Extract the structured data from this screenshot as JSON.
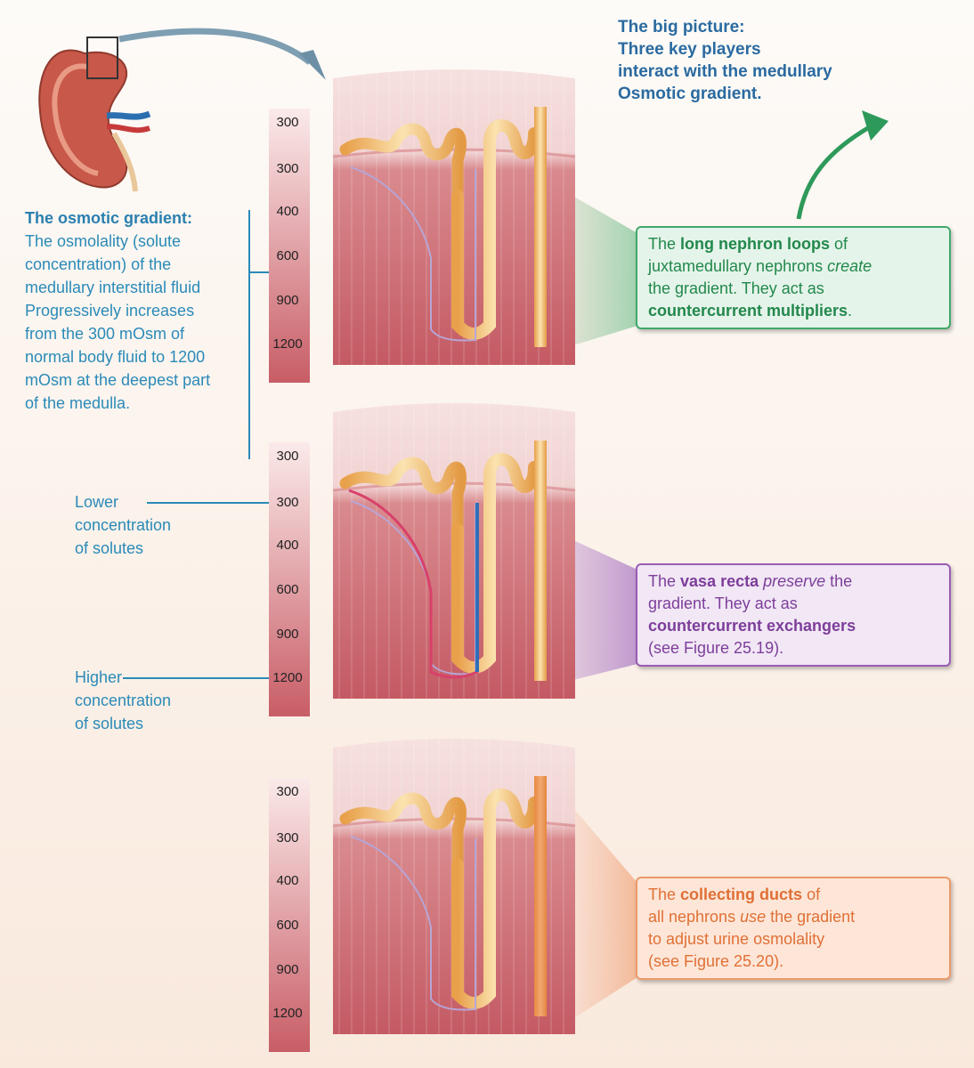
{
  "big_picture": {
    "lines": [
      "The big picture:",
      "Three key players",
      "interact with the medullary",
      "Osmotic gradient."
    ]
  },
  "osmotic_gradient": {
    "heading": "The osmotic gradient:",
    "lines": [
      "The osmolality (solute",
      "concentration) of the",
      "medullary interstitial fluid",
      "Progressively increases",
      "from the 300 mOsm of",
      "normal body fluid to 1200",
      "mOsm at the deepest part",
      "of the medulla."
    ]
  },
  "lower_label": [
    "Lower",
    "concentration",
    "of solutes"
  ],
  "higher_label": [
    "Higher",
    "concentration",
    "of solutes"
  ],
  "scale_values": [
    "300",
    "300",
    "400",
    "600",
    "900",
    "1200"
  ],
  "box_green": {
    "l1_pre": "The ",
    "l1_bold": "long nephron loops",
    "l1_post": " of",
    "l2_pre": "juxtamedullary nephrons ",
    "l2_italic": "create",
    "l3": "the gradient. They act as",
    "l4_bold": "countercurrent multipliers",
    "l4_post": "."
  },
  "box_purple": {
    "l1_pre": "The ",
    "l1_bold": "vasa recta",
    "l1_sp": " ",
    "l1_italic": "preserve",
    "l1_post": " the",
    "l2": "gradient. They act as",
    "l3_bold": "countercurrent exchangers",
    "l4": "(see Figure 25.19)."
  },
  "box_orange": {
    "l1_pre": "The ",
    "l1_bold": "collecting ducts",
    "l1_post": " of",
    "l2_pre": "all nephrons ",
    "l2_italic": "use",
    "l2_post": " the gradient",
    "l3": "to adjust urine osmolality",
    "l4": "(see Figure 25.20)."
  },
  "colors": {
    "blue_text": "#2a8ab8",
    "green_accent": "#41a86a",
    "purple_accent": "#9a5cb4",
    "orange_accent": "#ec9a6a",
    "tissue_red": "#c65a65"
  },
  "icons": [
    "kidney-icon",
    "curved-arrow-icon",
    "green-arrow-icon"
  ]
}
